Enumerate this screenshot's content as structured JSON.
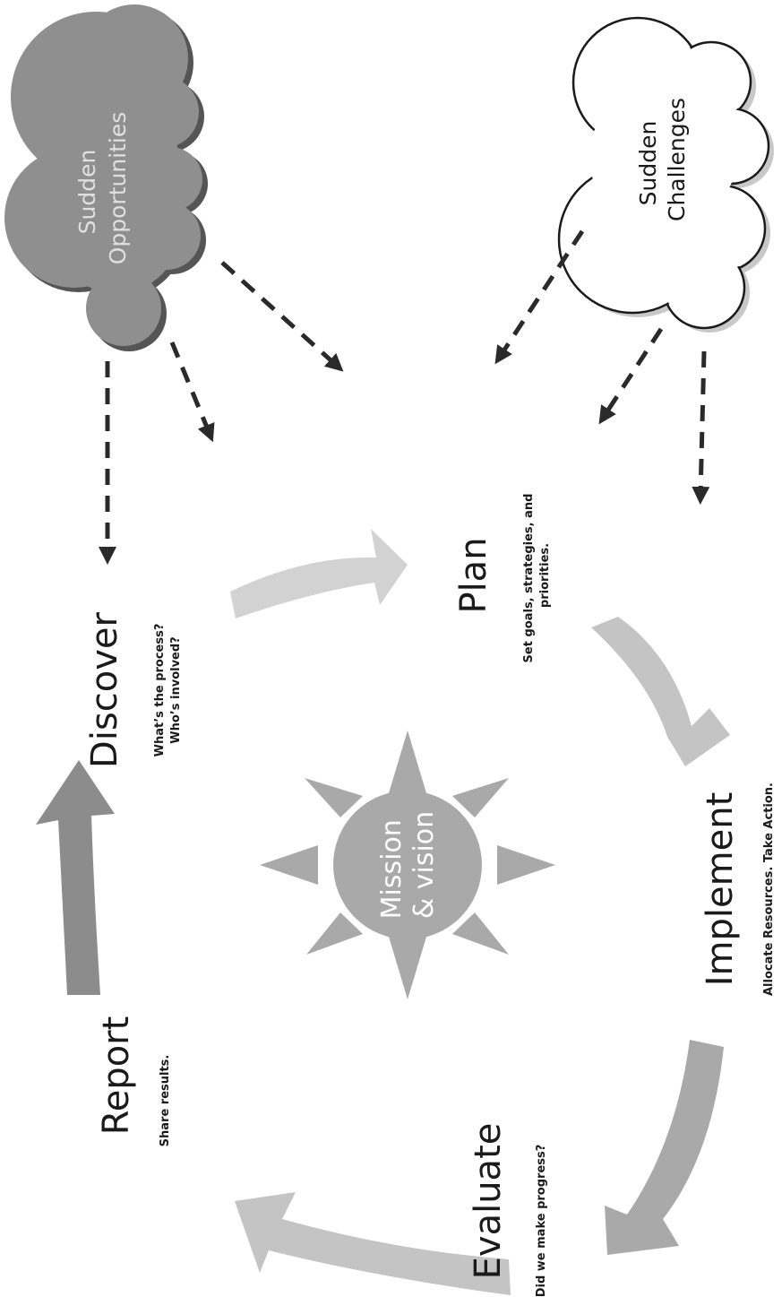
{
  "center": {
    "line1": "Mission",
    "line2": "& vision"
  },
  "steps": {
    "discover": {
      "title": "Discover",
      "sub1": "What’s the process?",
      "sub2": "Who’s involved?"
    },
    "plan": {
      "title": "Plan",
      "sub1": "Set goals, strategies, and",
      "sub2": "priorities."
    },
    "implement": {
      "title": "Implement",
      "sub1": "Allocate Resources.  Take Action."
    },
    "evaluate": {
      "title": "Evaluate",
      "sub1": "Did we make progress?"
    },
    "report": {
      "title": "Report",
      "sub1": "Share results."
    }
  },
  "clouds": {
    "opportunities": {
      "line1": "Sudden",
      "line2": "Opportunities"
    },
    "challenges": {
      "line1": "Sudden",
      "line2": "Challenges"
    }
  },
  "colors": {
    "sun": "#a9a9a9",
    "cloud_dark": "#8f8f8f",
    "arrow_light": "#d2d2d2",
    "arrow_mid": "#b3b3b3",
    "arrow_dark": "#8c8c8c",
    "dash": "#2a2a2a"
  }
}
